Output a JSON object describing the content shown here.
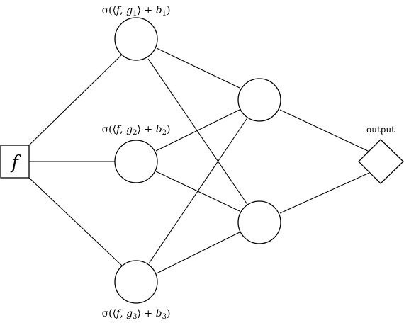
{
  "input": {
    "symbol": "f"
  },
  "hidden_layer_1": [
    {
      "sigma": "σ(⟨",
      "f": "f",
      "g": "g",
      "gsub": "1",
      "mid": "⟩ + ",
      "b": "b",
      "bsub": "1",
      "close": ")"
    },
    {
      "sigma": "σ(⟨",
      "f": "f",
      "g": "g",
      "gsub": "2",
      "mid": "⟩ + ",
      "b": "b",
      "bsub": "2",
      "close": ")"
    },
    {
      "sigma": "σ(⟨",
      "f": "f",
      "g": "g",
      "gsub": "3",
      "mid": "⟩ + ",
      "b": "b",
      "bsub": "3",
      "close": ")"
    }
  ],
  "output": {
    "label": "output"
  }
}
